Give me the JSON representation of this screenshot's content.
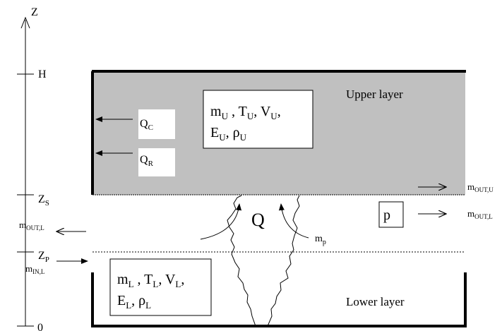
{
  "axis": {
    "label": "Z",
    "ticks": [
      {
        "label": "H"
      },
      {
        "label": "Z",
        "sub": "S"
      },
      {
        "label": "Z",
        "sub": "P"
      },
      {
        "label": "0"
      }
    ]
  },
  "upper_layer": {
    "label": "Upper layer",
    "properties_line1": [
      {
        "t": "m",
        "s": "U"
      },
      {
        "t": " , "
      },
      {
        "t": "T",
        "s": "U"
      },
      {
        "t": ", "
      },
      {
        "t": "V",
        "s": "U"
      },
      {
        "t": ","
      }
    ],
    "properties_line2": [
      {
        "t": "E",
        "s": "U"
      },
      {
        "t": ", "
      },
      {
        "t": "ρ",
        "s": "U"
      }
    ],
    "fill_color": "#c0c0c0"
  },
  "lower_layer": {
    "label": "Lower layer",
    "properties_line1": [
      {
        "t": "m",
        "s": "L"
      },
      {
        "t": " , "
      },
      {
        "t": "T",
        "s": "L"
      },
      {
        "t": ", "
      },
      {
        "t": "V",
        "s": "L"
      },
      {
        "t": ","
      }
    ],
    "properties_line2": [
      {
        "t": "E",
        "s": "L"
      },
      {
        "t": ", "
      },
      {
        "t": "ρ",
        "s": "L"
      }
    ]
  },
  "heat_losses": {
    "convective": {
      "t": "Q",
      "s": "C"
    },
    "radiative": {
      "t": "Q",
      "s": "R"
    }
  },
  "flows": {
    "out_upper": {
      "t": "m",
      "s": "OUT,U"
    },
    "out_lower_right": {
      "t": "m",
      "s": "OUT,L"
    },
    "out_lower_left": {
      "t": "m",
      "s": "OUT,L"
    },
    "in_lower": {
      "t": "m",
      "s": "IN,L"
    },
    "plume": {
      "t": "m",
      "s": "p"
    }
  },
  "fire_heat": "Q",
  "pressure": "p"
}
